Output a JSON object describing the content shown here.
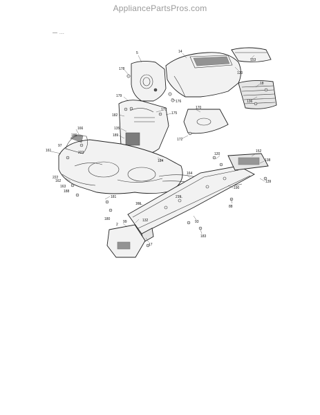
{
  "watermark": "AppliancePartsPros.com",
  "page_marks": "—  ...",
  "callouts": [
    {
      "id": "c-178a",
      "text": "178"
    },
    {
      "id": "c-5",
      "text": "5"
    },
    {
      "id": "c-14",
      "text": "14"
    },
    {
      "id": "c-153",
      "text": "153"
    },
    {
      "id": "c-120a",
      "text": "120"
    },
    {
      "id": "c-18",
      "text": "18"
    },
    {
      "id": "c-136",
      "text": "136"
    },
    {
      "id": "c-179",
      "text": "179"
    },
    {
      "id": "c-176",
      "text": "176"
    },
    {
      "id": "c-177",
      "text": "177"
    },
    {
      "id": "c-175",
      "text": "175"
    },
    {
      "id": "c-182",
      "text": "182"
    },
    {
      "id": "c-170",
      "text": "170"
    },
    {
      "id": "c-172",
      "text": "172"
    },
    {
      "id": "c-135",
      "text": "135"
    },
    {
      "id": "c-189",
      "text": "189"
    },
    {
      "id": "c-184",
      "text": "184"
    },
    {
      "id": "c-166",
      "text": "166"
    },
    {
      "id": "c-186",
      "text": "186"
    },
    {
      "id": "c-161",
      "text": "161"
    },
    {
      "id": "c-97",
      "text": "97"
    },
    {
      "id": "c-222a",
      "text": "222"
    },
    {
      "id": "c-222b",
      "text": "222"
    },
    {
      "id": "c-162",
      "text": "162"
    },
    {
      "id": "c-163",
      "text": "163"
    },
    {
      "id": "c-188",
      "text": "188"
    },
    {
      "id": "c-120b",
      "text": "120"
    },
    {
      "id": "c-152",
      "text": "152"
    },
    {
      "id": "c-138",
      "text": "138"
    },
    {
      "id": "c-190",
      "text": "190"
    },
    {
      "id": "c-139",
      "text": "139"
    },
    {
      "id": "c-219",
      "text": "219"
    },
    {
      "id": "c-165",
      "text": "165"
    },
    {
      "id": "c-164",
      "text": "164"
    },
    {
      "id": "c-88",
      "text": "88"
    },
    {
      "id": "c-93",
      "text": "93"
    },
    {
      "id": "c-181",
      "text": "181"
    },
    {
      "id": "c-183",
      "text": "183"
    },
    {
      "id": "c-2",
      "text": "2"
    },
    {
      "id": "c-99",
      "text": "99"
    },
    {
      "id": "c-17",
      "text": "17"
    },
    {
      "id": "c-132",
      "text": "132"
    },
    {
      "id": "c-180",
      "text": "180"
    }
  ]
}
